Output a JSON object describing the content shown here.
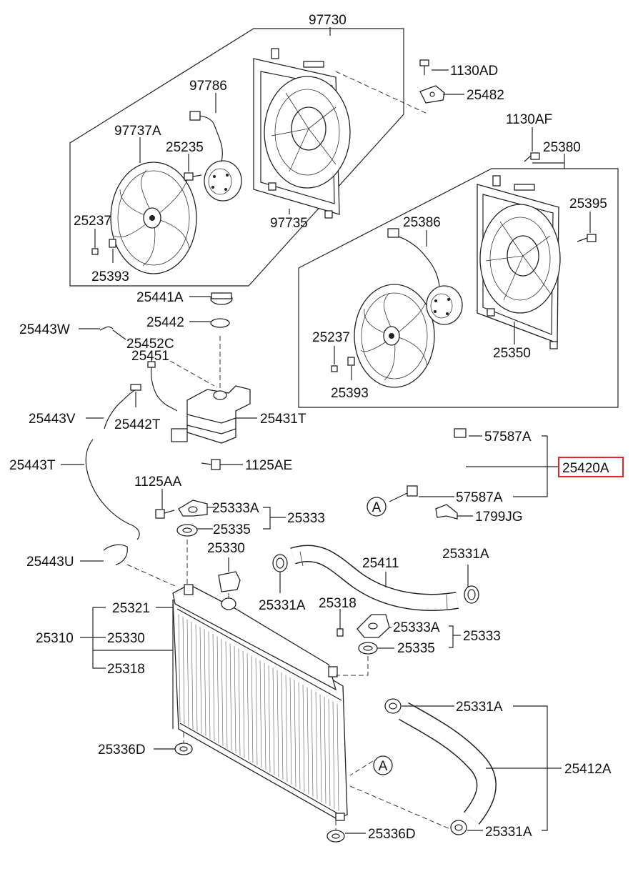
{
  "labels": {
    "p97730": "97730",
    "p97786": "97786",
    "p97737A": "97737A",
    "p25235": "25235",
    "p25237_a": "25237",
    "p25393_a": "25393",
    "p97735": "97735",
    "p1130AD": "1130AD",
    "p25482": "25482",
    "p1130AF": "1130AF",
    "p25380": "25380",
    "p25395": "25395",
    "p25386": "25386",
    "p25237_b": "25237",
    "p25350": "25350",
    "p25393_b": "25393",
    "p25441A": "25441A",
    "p25442": "25442",
    "p25443W": "25443W",
    "p25452C": "25452C",
    "p25451": "25451",
    "p25443V": "25443V",
    "p25442T": "25442T",
    "p25431T": "25431T",
    "p25443T": "25443T",
    "p1125AE": "1125AE",
    "p57587A_top": "57587A",
    "p25420A": "25420A",
    "p57587A_bottom": "57587A",
    "p1799JG": "1799JG",
    "p1125AA": "1125AA",
    "p25333A_top": "25333A",
    "p25333_top": "25333",
    "p25335_top": "25335",
    "p25443U": "25443U",
    "p25330_top": "25330",
    "p25411": "25411",
    "p25331A_a": "25331A",
    "p25331A_b": "25331A",
    "p25318_right": "25318",
    "p25321": "25321",
    "p25310": "25310",
    "p25330_left": "25330",
    "p25318_left": "25318",
    "p25333A_bottom": "25333A",
    "p25333_bottom": "25333",
    "p25335_bottom": "25335",
    "p25331A_c": "25331A",
    "p25336D_left": "25336D",
    "p25412A": "25412A",
    "p25336D_bottom": "25336D",
    "p25331A_d": "25331A"
  },
  "callouts": {
    "a_upper": "A",
    "a_lower": "A"
  },
  "highlight": {
    "part": "25420A",
    "color": "#e0262b"
  }
}
